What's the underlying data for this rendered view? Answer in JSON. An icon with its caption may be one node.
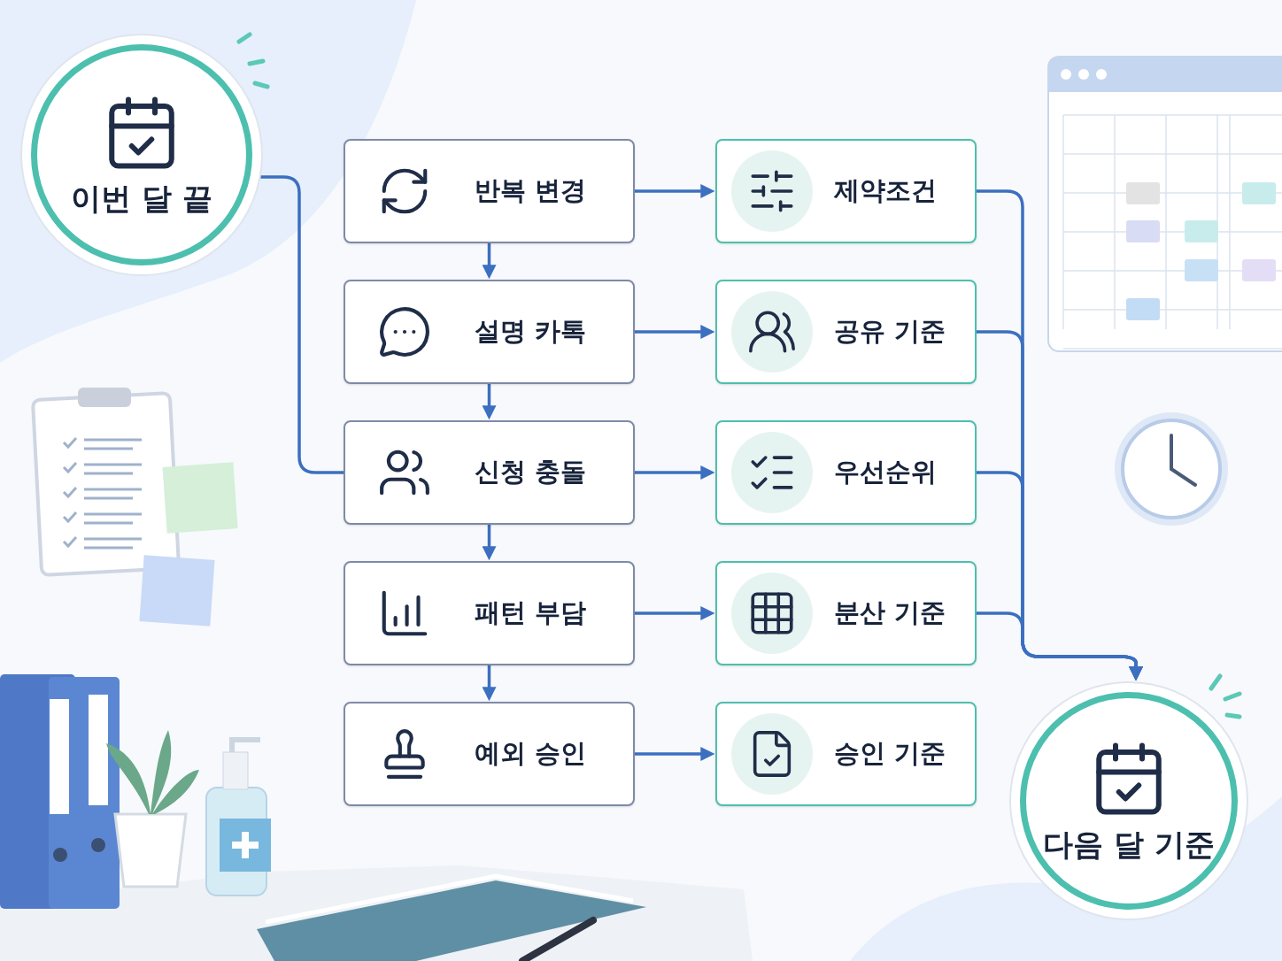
{
  "diagram": {
    "nodes": [
      {
        "text": [
          "이번 달 끝"
        ]
      },
      {
        "text": [
          "반복 변경"
        ]
      },
      {
        "text": [
          "제약조건"
        ]
      },
      {
        "text": [
          "설명 카톡"
        ]
      },
      {
        "text": [
          "공유 기준"
        ]
      },
      {
        "text": [
          "신청 충돌"
        ]
      },
      {
        "text": [
          "우선순위"
        ]
      },
      {
        "text": [
          "패턴 부담"
        ]
      },
      {
        "text": [
          "분산 기준"
        ]
      },
      {
        "text": [
          "예외 승인"
        ]
      },
      {
        "text": [
          "승인 기준"
        ]
      },
      {
        "text": [
          "다음 달 기준"
        ]
      }
    ],
    "edges": [
      {
        "from": 0,
        "to": 5,
        "arrow": "none"
      },
      {
        "from": 1,
        "to": 3,
        "arrow": "to"
      },
      {
        "from": 3,
        "to": 5,
        "arrow": "to"
      },
      {
        "from": 5,
        "to": 7,
        "arrow": "to"
      },
      {
        "from": 7,
        "to": 9,
        "arrow": "to"
      },
      {
        "from": 1,
        "to": 2,
        "arrow": "to"
      },
      {
        "from": 3,
        "to": 4,
        "arrow": "to"
      },
      {
        "from": 5,
        "to": 6,
        "arrow": "to"
      },
      {
        "from": 7,
        "to": 8,
        "arrow": "to"
      },
      {
        "from": 9,
        "to": 10,
        "arrow": "to"
      },
      {
        "from": 2,
        "to": 11,
        "arrow": "to"
      },
      {
        "from": 4,
        "to": 11,
        "arrow": "to"
      },
      {
        "from": 6,
        "to": 11,
        "arrow": "to"
      },
      {
        "from": 8,
        "to": 11,
        "arrow": "to"
      }
    ]
  }
}
